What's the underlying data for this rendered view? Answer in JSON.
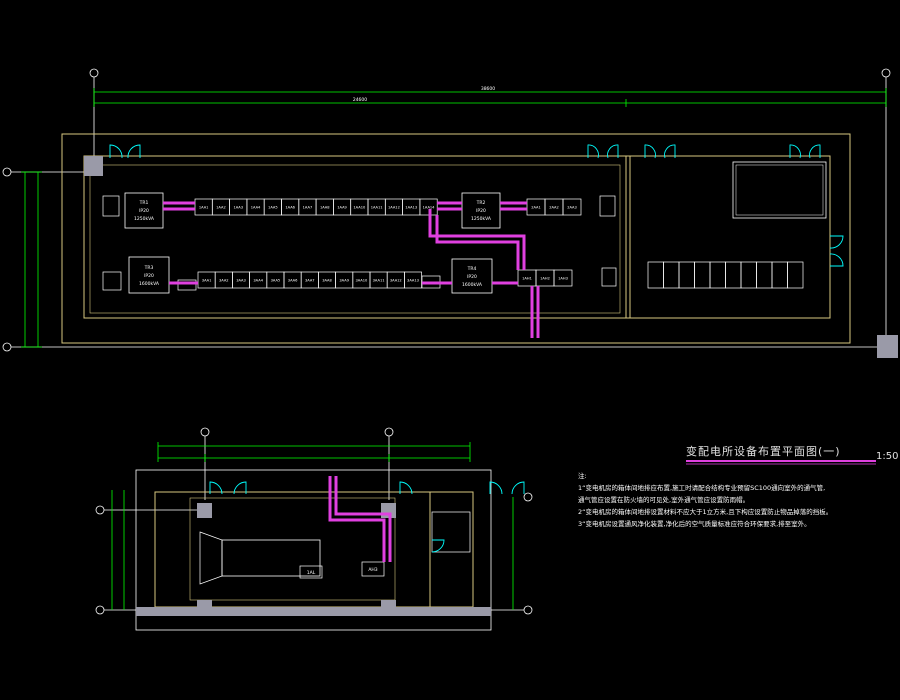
{
  "colors": {
    "background": "#000000",
    "wall": "#d8c880",
    "equipment": "#ffffff",
    "busway": "#e040e0",
    "dimension": "#00ff00",
    "column": "#9a9aa8",
    "door": "#00ffff",
    "text": "#ffffff",
    "title_underline": "#e040e0"
  },
  "drawing_1": {
    "overall_dimension": "38600",
    "sub_dimension": "24600",
    "transformers": [
      {
        "id": "tr1",
        "name": "TR1",
        "ip": "IP20",
        "capacity": "1250kVA"
      },
      {
        "id": "tr2",
        "name": "TR2",
        "ip": "IP20",
        "capacity": "1250kVA"
      },
      {
        "id": "tr3",
        "name": "TR3",
        "ip": "IP20",
        "capacity": "1600kVA"
      },
      {
        "id": "tr4",
        "name": "TR4",
        "ip": "IP20",
        "capacity": "1600kVA"
      }
    ],
    "upper_panel_row_left": [
      "1AA1",
      "1AA2",
      "1AA3",
      "1AA4",
      "1AA5",
      "1AA6",
      "1AA7",
      "1AA8",
      "1AA9",
      "1AA10",
      "1AA11",
      "1AA12",
      "1AA13",
      "1AA14"
    ],
    "upper_panel_row_right": [
      "2AA1",
      "2AA2",
      "2AA3"
    ],
    "lower_panel_row": [
      "3AA1",
      "3AA2",
      "3AA3",
      "3AA4",
      "3AA5",
      "3AA6",
      "3AA7",
      "3AA8",
      "3AA9",
      "3AA10",
      "3AA11",
      "3AA12",
      "3AA13"
    ],
    "lower_right_panels": [
      "1AH1",
      "1AH2",
      "1AH3"
    ],
    "right_room_panels": 10
  },
  "drawing_2": {
    "equipment_labels": [
      "1AL",
      "AH3"
    ]
  },
  "title": {
    "text": "变配电所设备布置平面图(一)",
    "scale": "1:50"
  },
  "notes": {
    "heading": "注:",
    "items": [
      "1“变电机房的箱体间地排应布置,施工时请配合结构专业预留SC100通向室外的通气管,",
      "    通气管应设置在防火墙的可见处,室外通气管应设置防雨帽。",
      "2“变电机房的箱体间地排设置材料不应大于1立方米,且下构应设置防止物品掉落的挡板。",
      "3“变电机房设置通风净化装置,净化后的空气质量标准应符合环保要求,排至室外。"
    ]
  }
}
